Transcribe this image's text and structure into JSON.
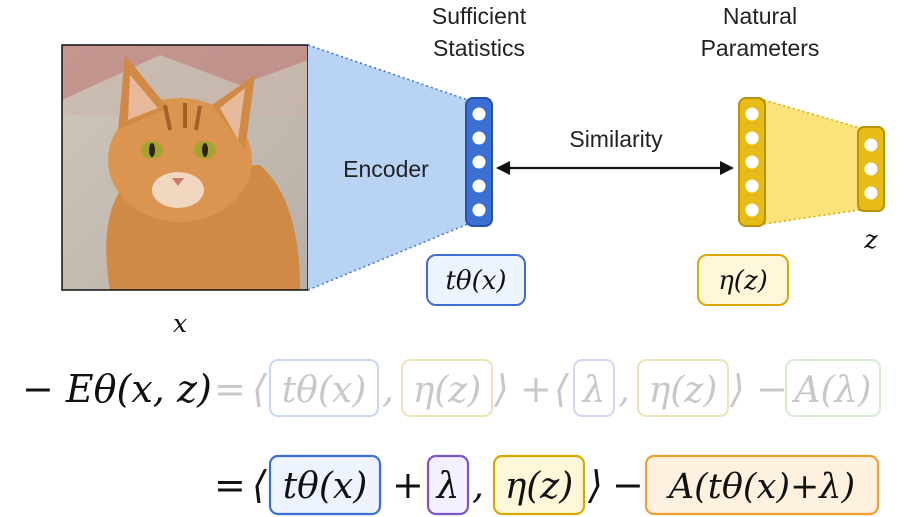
{
  "labels": {
    "encoder": "Encoder",
    "similarity": "Similarity",
    "sufficient_statistics": [
      "Sufficient",
      "Statistics"
    ],
    "natural_parameters": [
      "Natural",
      "Parameters"
    ],
    "input_var": "x",
    "latent_var": "z",
    "t_box": "tθ(x)",
    "eta_box": "η(z)"
  },
  "equation": {
    "line1": {
      "lhs": "− Eθ(x, z)",
      "eq": "=",
      "lang1": "⟨",
      "t": "tθ(x)",
      "comma1": ",",
      "eta1": "η(z)",
      "rang1": "⟩",
      "plus": "+",
      "lang2": "⟨",
      "lambda": "λ",
      "comma2": ",",
      "eta2": "η(z)",
      "rang2": "⟩",
      "minus": "−",
      "a": "A(λ)"
    },
    "line2": {
      "eq": "=",
      "lang": "⟨",
      "t": "tθ(x)",
      "plus": "+",
      "lambda": "λ",
      "comma": ",",
      "eta": "η(z)",
      "rang": "⟩",
      "minus": "−",
      "a": "A(tθ(x)+λ)"
    }
  },
  "colors": {
    "blue": "#3b6fd4",
    "blue_fill": "#b9d3f5",
    "yellow": "#d9a900",
    "yellow_fill": "#fbe27a",
    "purple": "#7a55c8",
    "green": "#8fc97f",
    "orange": "#f0a030"
  }
}
